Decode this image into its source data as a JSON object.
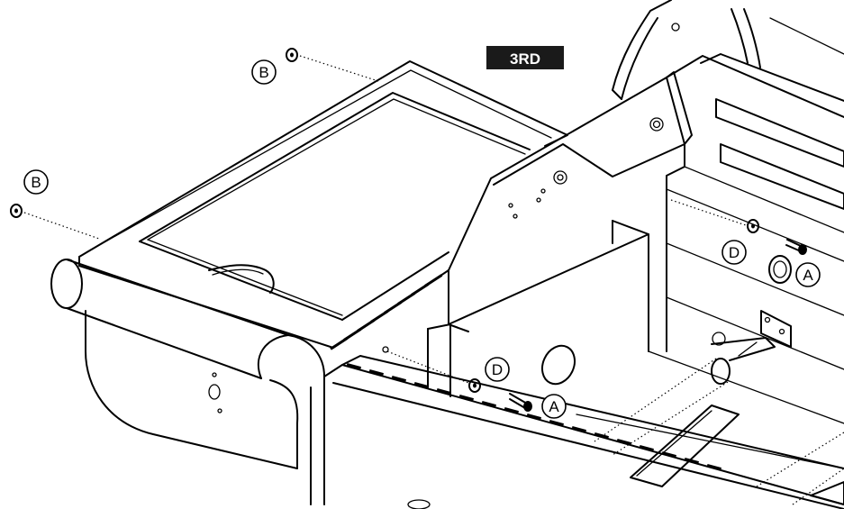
{
  "step_badge": "3RD",
  "callouts": {
    "a1": "A",
    "a2": "A",
    "b1": "B",
    "b2": "B",
    "d1": "D",
    "d2": "D"
  },
  "colors": {
    "line": "#000000",
    "background": "#ffffff",
    "badge_fill": "#1a1a1a",
    "badge_text": "#ffffff"
  }
}
